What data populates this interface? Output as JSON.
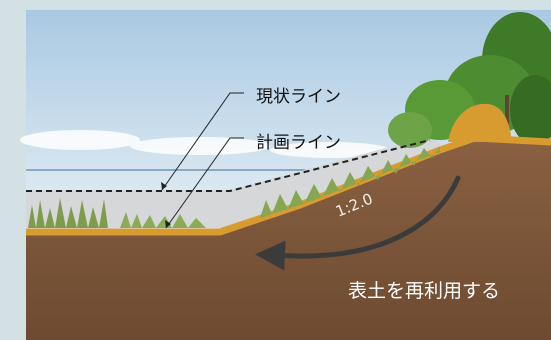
{
  "labels": {
    "current_line": "現状ライン",
    "planned_line": "計画ライン",
    "slope_ratio": "1:2.0",
    "topsoil_reuse": "表土を再利用する"
  },
  "colors": {
    "sky_top": "#b8d3e8",
    "sky_bottom": "#f2f6f9",
    "ground": "#7e573b",
    "soil_band": "#d79b2f",
    "grass": "#7f9c4c",
    "tree": "#3f7a28",
    "arrow": "#3b3b3b"
  }
}
